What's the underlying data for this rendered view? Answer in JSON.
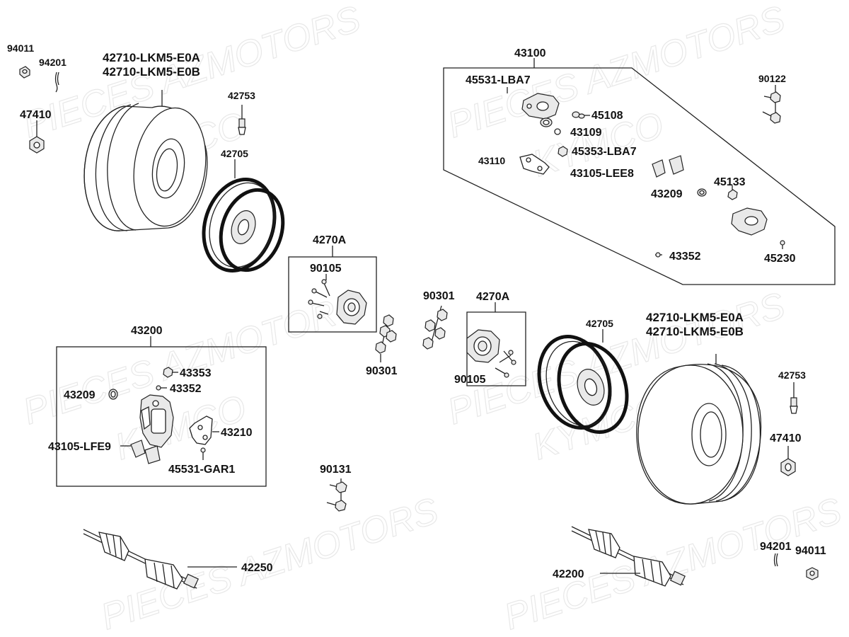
{
  "watermark": {
    "text_1": "PIECES AZMOTORS",
    "text_2": "KYMCO"
  },
  "labels": {
    "nut_94011_left": "94011",
    "pin_94201_left": "94201",
    "tire_left_a": "42710-LKM5-E0A",
    "tire_left_b": "42710-LKM5-E0B",
    "valve_42753_left": "42753",
    "nut_47410_left": "47410",
    "rim_42705_left": "42705",
    "hub_4270A_left": "4270A",
    "bolt_90105_left": "90105",
    "caliper_assy_43100": "43100",
    "part_45531_LBA7": "45531-LBA7",
    "part_45108": "45108",
    "part_43109": "43109",
    "part_45353_LBA7": "45353-LBA7",
    "part_43110": "43110",
    "pads_43105_LEE8": "43105-LEE8",
    "part_45133": "45133",
    "part_43209_right": "43209",
    "part_43352_right": "43352",
    "part_45230": "45230",
    "bolt_90122": "90122",
    "caliper_assy_43200": "43200",
    "part_43353": "43353",
    "part_43209_left": "43209",
    "part_43352_left": "43352",
    "part_43210": "43210",
    "pads_43105_LFE9": "43105-LFE9",
    "part_45531_GAR1": "45531-GAR1",
    "nut_90301_top": "90301",
    "nut_90301_bottom": "90301",
    "hub_4270A_right": "4270A",
    "bolt_90105_right": "90105",
    "rim_42705_right": "42705",
    "tire_right_a": "42710-LKM5-E0A",
    "tire_right_b": "42710-LKM5-E0B",
    "valve_42753_right": "42753",
    "nut_47410_right": "47410",
    "bolt_90131": "90131",
    "shaft_42250": "42250",
    "shaft_42200": "42200",
    "pin_94201_right": "94201",
    "nut_94011_right": "94011"
  }
}
